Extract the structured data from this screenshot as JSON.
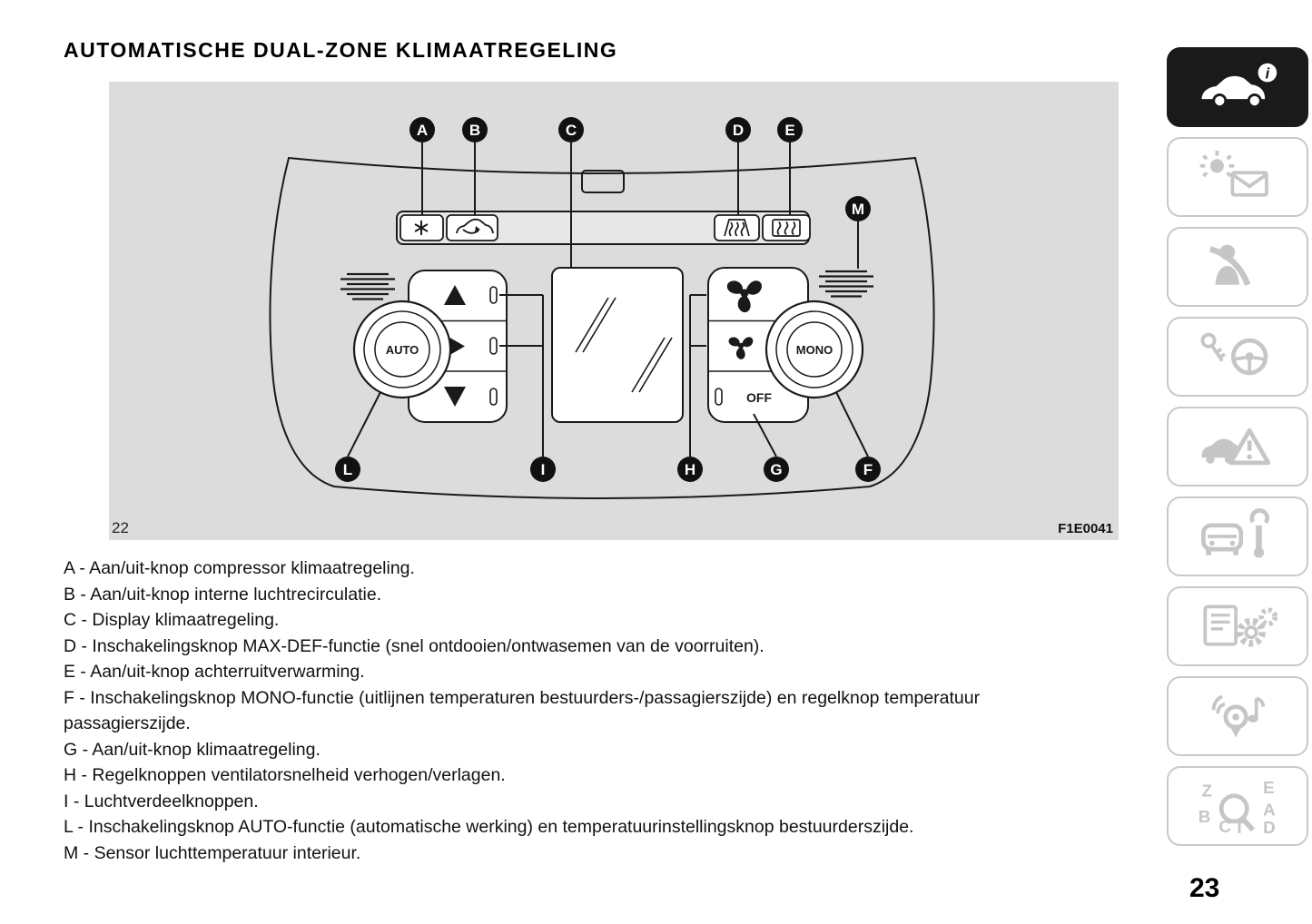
{
  "page": {
    "title": "AUTOMATISCHE DUAL-ZONE KLIMAATREGELING",
    "page_number": "23"
  },
  "figure": {
    "page_ref": "22",
    "code": "F1E0041",
    "panel": {
      "auto_knob_label": "AUTO",
      "mono_knob_label": "MONO",
      "off_button_label": "OFF"
    },
    "callouts": {
      "a": "A",
      "b": "B",
      "c": "C",
      "d": "D",
      "e": "E",
      "f": "F",
      "g": "G",
      "h": "H",
      "i": "I",
      "l": "L",
      "m": "M"
    }
  },
  "legend": {
    "items": [
      "A - Aan/uit-knop compressor klimaatregeling.",
      "B - Aan/uit-knop interne luchtrecirculatie.",
      "C - Display klimaatregeling.",
      "D - Inschakelingsknop MAX-DEF-functie (snel ontdooien/ontwasemen van de voorruiten).",
      "E - Aan/uit-knop achterruitverwarming.",
      "F - Inschakelingsknop MONO-functie (uitlijnen temperaturen bestuurders-/passagierszijde) en regelknop temperatuur passagierszijde.",
      "G - Aan/uit-knop klimaatregeling.",
      "H - Regelknoppen ventilatorsnelheid verhogen/verlagen.",
      "I - Luchtverdeelknoppen.",
      "L - Inschakelingsknop AUTO-functie (automatische werking) en temperatuurinstellingsknop bestuurderszijde.",
      "M - Sensor luchttemperatuur interieur."
    ]
  },
  "sidebar": {
    "info_letter": "i",
    "index_letters": [
      "Z",
      "E",
      "B",
      "A",
      "C",
      "T",
      "D"
    ],
    "tabs": [
      {
        "icon": "car-info-icon",
        "active": true
      },
      {
        "icon": "lights-message-icon",
        "active": false
      },
      {
        "icon": "safety-airbag-icon",
        "active": false
      },
      {
        "icon": "ignition-steering-icon",
        "active": false
      },
      {
        "icon": "emergency-warning-icon",
        "active": false
      },
      {
        "icon": "maintenance-wrench-icon",
        "active": false
      },
      {
        "icon": "technical-data-icon",
        "active": false
      },
      {
        "icon": "multimedia-icon",
        "active": false
      },
      {
        "icon": "alphabetical-index-icon",
        "active": false
      }
    ]
  },
  "colors": {
    "figure_background": "#dbdcdb",
    "line": "#1a1a1a",
    "inactive_icon": "#c6c6c6",
    "active_tab_background": "#1a1a1a"
  }
}
